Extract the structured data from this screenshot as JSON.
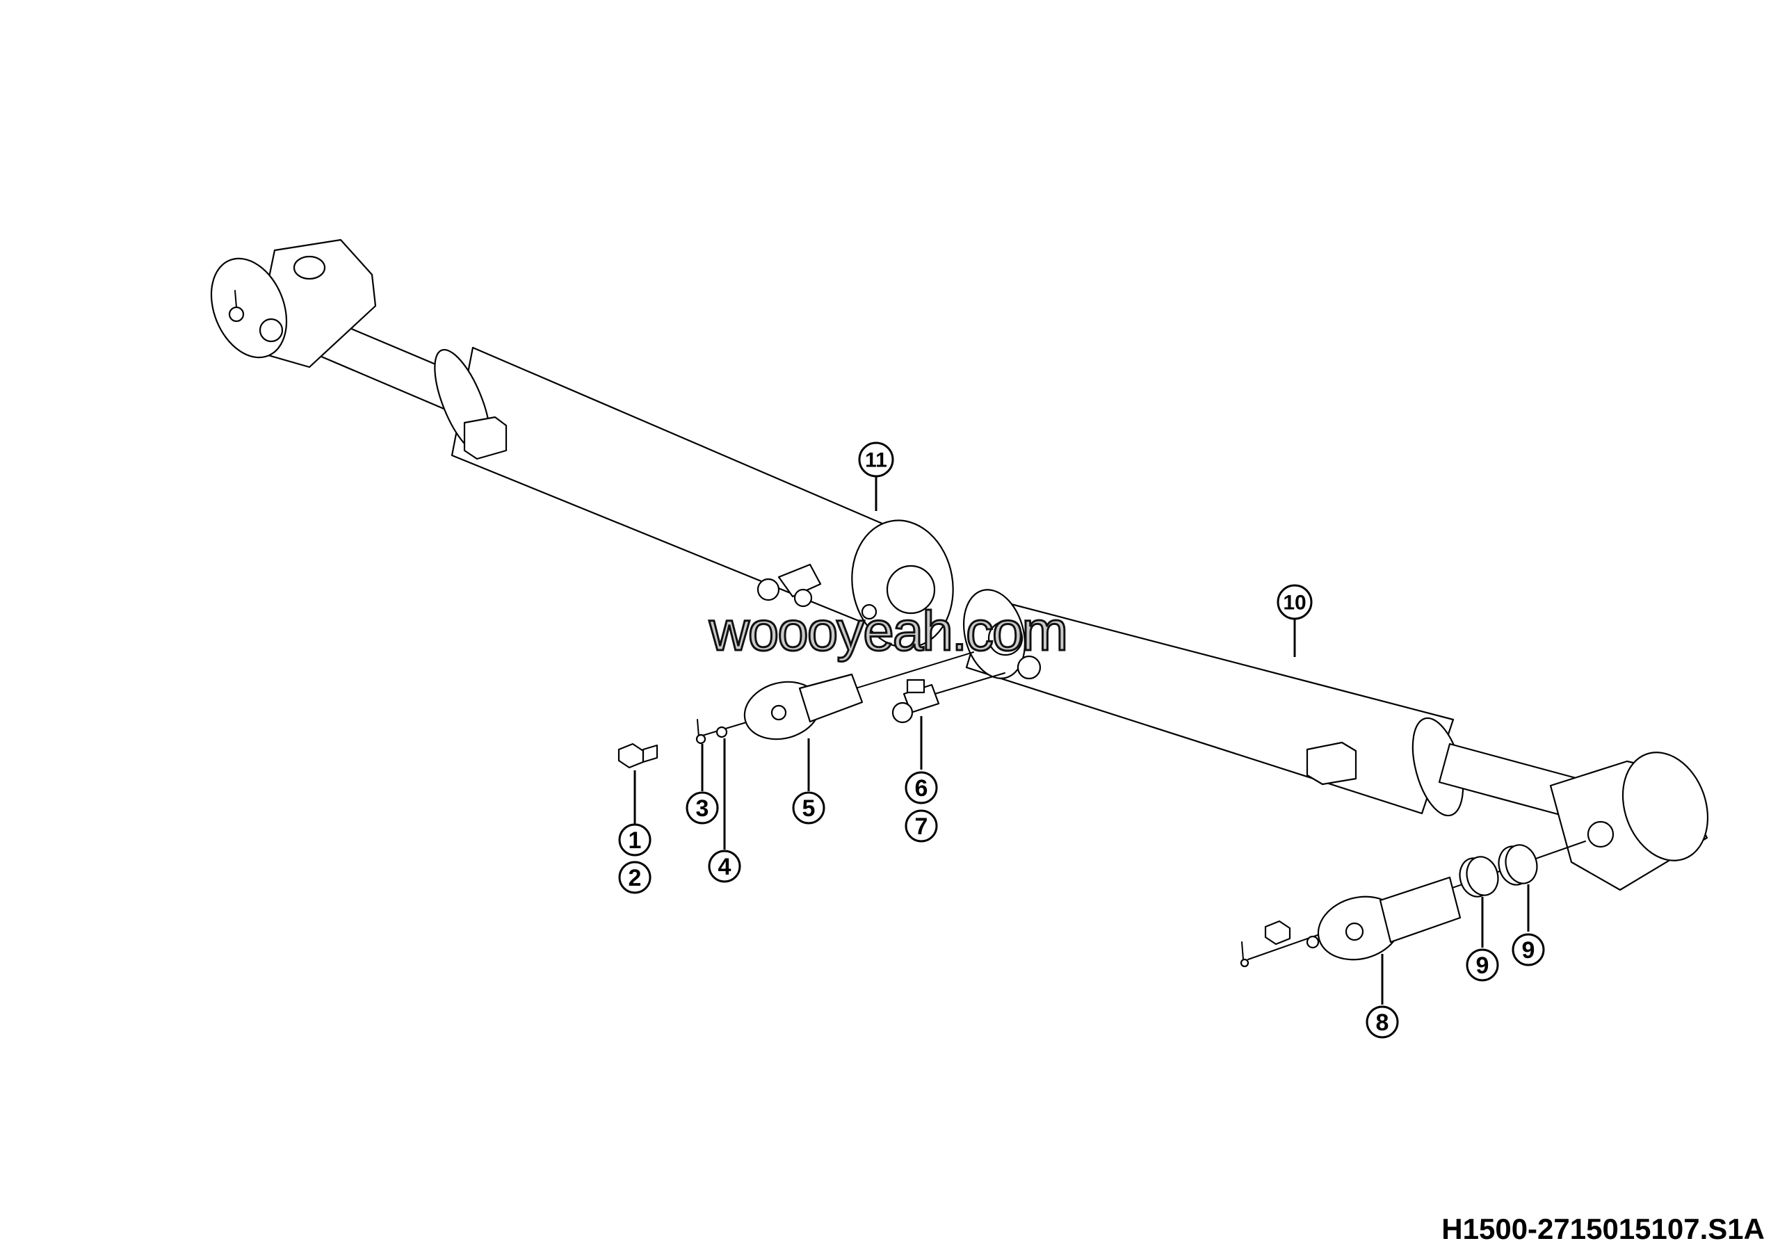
{
  "diagram": {
    "drawing_id": "H1500-2715015107.S1A",
    "watermark": "woooyeah.com",
    "callouts": [
      {
        "label": "1"
      },
      {
        "label": "2"
      },
      {
        "label": "3"
      },
      {
        "label": "4"
      },
      {
        "label": "5"
      },
      {
        "label": "6"
      },
      {
        "label": "7"
      },
      {
        "label": "8"
      },
      {
        "label": "9"
      },
      {
        "label": "9"
      },
      {
        "label": "10"
      },
      {
        "label": "11"
      }
    ],
    "colors": {
      "line": "#000000",
      "background": "#ffffff",
      "watermark_fill": "#c9c9c9"
    }
  }
}
